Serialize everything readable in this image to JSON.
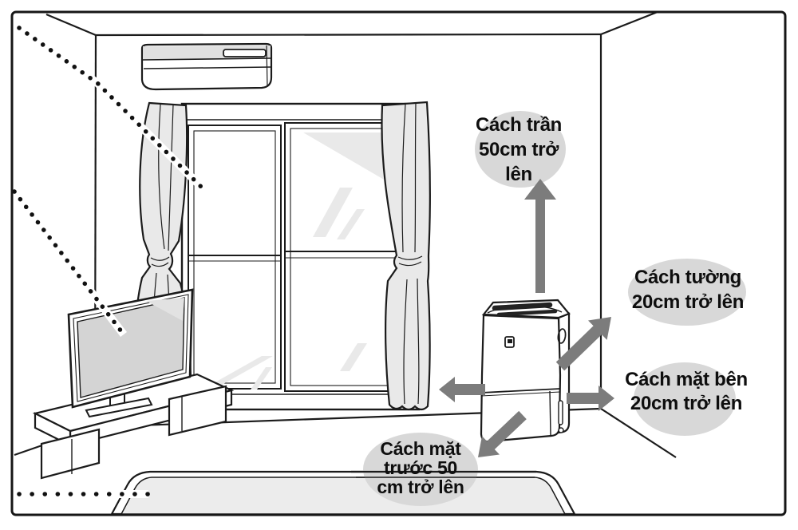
{
  "diagram": {
    "type": "appliance placement clearance diagram",
    "labels": {
      "ceiling": {
        "lines": [
          "Cách trần",
          "50cm trở",
          "lên"
        ]
      },
      "wall": {
        "lines": [
          "Cách tường",
          "20cm trở lên"
        ]
      },
      "side": {
        "lines": [
          "Cách mặt bên",
          "20cm trở lên"
        ]
      },
      "front": {
        "lines": [
          "Cách mặt",
          "trước 50",
          "cm trở lên"
        ]
      }
    },
    "scene_objects": [
      "room-corner-walls",
      "air-conditioner",
      "window-with-curtains",
      "television-on-stand",
      "rug",
      "dehumidifier",
      "clearance-arrows",
      "dotted-sunlight-rays"
    ],
    "colors": {
      "line": "#1b1b1b",
      "arrow": "#7c7c7c",
      "label_ellipse": "#d8d8d8",
      "curtain_fill": "#e9e9e9",
      "screen_fill": "#d4d4d4",
      "rug_fill": "#ececec",
      "background": "#ffffff"
    }
  }
}
